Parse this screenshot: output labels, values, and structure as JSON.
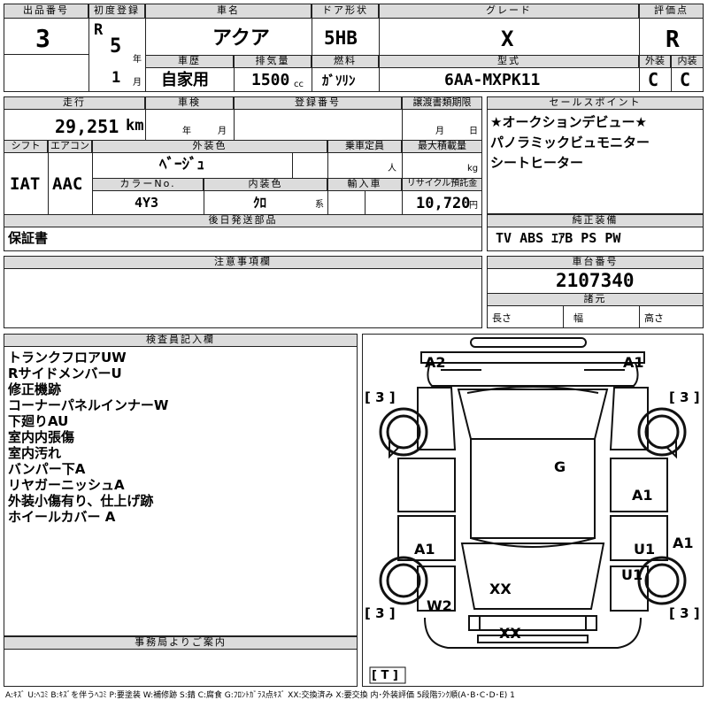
{
  "top": {
    "lot_no_label": "出品番号",
    "lot_no": "3",
    "first_reg_label": "初度登録",
    "era": "R",
    "year": "5",
    "year_unit": "年",
    "month": "1",
    "month_unit": "月",
    "car_name_label": "車名",
    "car_name": "アクア",
    "door_label": "ドア形状",
    "door": "5HB",
    "grade_label": "グレード",
    "grade": "X",
    "score_label": "評価点",
    "score": "R",
    "history_label": "車歴",
    "history": "自家用",
    "displacement_label": "排気量",
    "displacement": "1500",
    "displacement_unit": "cc",
    "fuel_label": "燃料",
    "fuel": "ｶﾞｿﾘﾝ",
    "model_label": "型式",
    "model": "6AA-MXPK11",
    "exterior_label": "外装",
    "exterior": "C",
    "interior_label": "内装",
    "interior": "C"
  },
  "mid": {
    "mileage_label": "走行",
    "mileage": "29,251",
    "mileage_unit": "km",
    "inspection_label": "車検",
    "insp_year": "年",
    "insp_month": "月",
    "reg_no_label": "登録番号",
    "transfer_label": "譲渡書類期限",
    "transfer_month": "月",
    "transfer_day": "日",
    "shift_label": "シフト",
    "shift": "IAT",
    "ac_label": "エアコン",
    "ac": "AAC",
    "ext_color_label": "外装色",
    "ext_color": "ﾍﾞｰｼﾞｭ",
    "capacity_label": "乗車定員",
    "capacity_unit": "人",
    "max_load_label": "最大積載量",
    "max_load_unit": "kg",
    "color_no_label": "カラーNo.",
    "color_no": "4Y3",
    "int_color_label": "内装色",
    "int_color": "ｸﾛ",
    "int_color_unit": "系",
    "import_label": "輸入車",
    "recycle_label": "リサイクル預託金",
    "recycle": "10,720",
    "recycle_unit": "円",
    "later_label": "後日発送部品",
    "later": "保証書"
  },
  "sales": {
    "label": "セールスポイント",
    "lines": [
      "★オークションデビュー★",
      "パノラミックビュモニター",
      "シートヒーター"
    ]
  },
  "equip": {
    "label": "純正装備",
    "value": "TV ABS ｴｱB PS PW"
  },
  "notes": {
    "label": "注意事項欄"
  },
  "chassis": {
    "label": "車台番号",
    "value": "2107340"
  },
  "specs": {
    "label": "諸元",
    "length": "長さ",
    "width": "幅",
    "height": "高さ"
  },
  "inspector": {
    "label": "検査員記入欄",
    "lines": [
      "トランクフロアUW",
      "RサイドメンバーU",
      "修正機跡",
      "コーナーパネルインナーW",
      "下廻りAU",
      "室内内張傷",
      "室内汚れ",
      "バンパー下A",
      "リヤガーニッシュA",
      "外装小傷有り、仕上げ跡",
      "ホイールカバー A"
    ]
  },
  "office": {
    "label": "事務局よりご案内"
  },
  "diagram": {
    "marks": {
      "a2_top": "A2",
      "a1_top": "A1",
      "g": "G",
      "a1_right": "A1",
      "a1_left": "A1",
      "u1_mid": "U1",
      "a1_far_right": "A1",
      "u1_low": "U1",
      "xx_mid": "XX",
      "w2": "W2",
      "xx_bottom": "XX"
    },
    "tire_tl": "[ 3 ]",
    "tire_tr": "[ 3 ]",
    "tire_bl": "[ 3 ]",
    "tire_br": "[ 3 ]",
    "spare": "[ T ]"
  },
  "legend": "A:ｷｽﾞ  U:ﾍｺﾐ  B:ｷｽﾞを伴うﾍｺﾐ  P:要塗装  W:補修跡  S:錆  C:腐食  G:ﾌﾛﾝﾄｶﾞﾗｽ点ｷｽﾞ  XX:交換済み  X:要交換   内･外装評価  5段階ﾗﾝｸ順(A･B･C･D･E)  1"
}
